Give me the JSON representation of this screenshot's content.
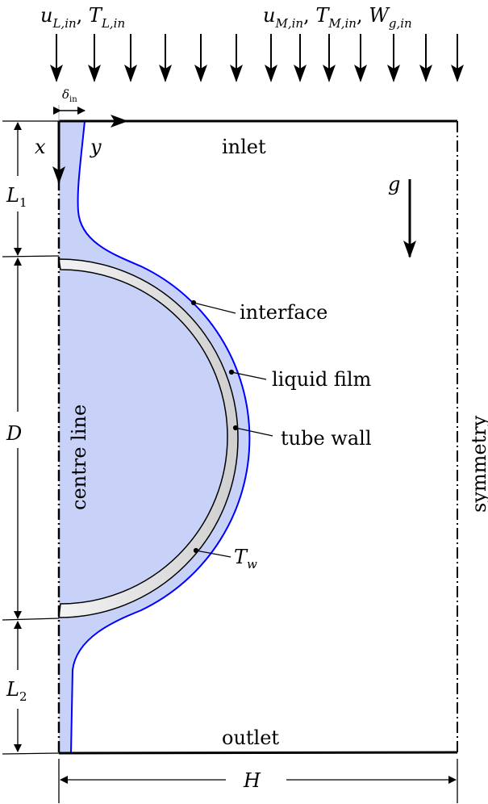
{
  "inlet_conditions_left": {
    "u": "u",
    "u_sub": "L,in",
    "sep": ", ",
    "T": "T",
    "T_sub": "L,in"
  },
  "inlet_conditions_right": {
    "u": "u",
    "u_sub": "M,in",
    "sep1": ", ",
    "T": "T",
    "T_sub": "M,in",
    "sep2": ", ",
    "W": "W",
    "W_sub": "g,in"
  },
  "delta_in": {
    "symbol": "δ",
    "sub": "in"
  },
  "axes": {
    "x": "x",
    "y": "y"
  },
  "labels": {
    "inlet": "inlet",
    "outlet": "outlet",
    "gravity": "g",
    "interface": "interface",
    "liquid_film": "liquid film",
    "tube_wall": "tube wall",
    "wall_temp": "T",
    "wall_temp_sub": "w",
    "centre_line": "centre line",
    "symmetry": "symmetry"
  },
  "dimensions": {
    "L1": "L",
    "L1_sub": "1",
    "D": "D",
    "L2": "L",
    "L2_sub": "2",
    "H": "H"
  },
  "colors": {
    "film": "#c8d2f8",
    "interface": "#0000ff"
  }
}
